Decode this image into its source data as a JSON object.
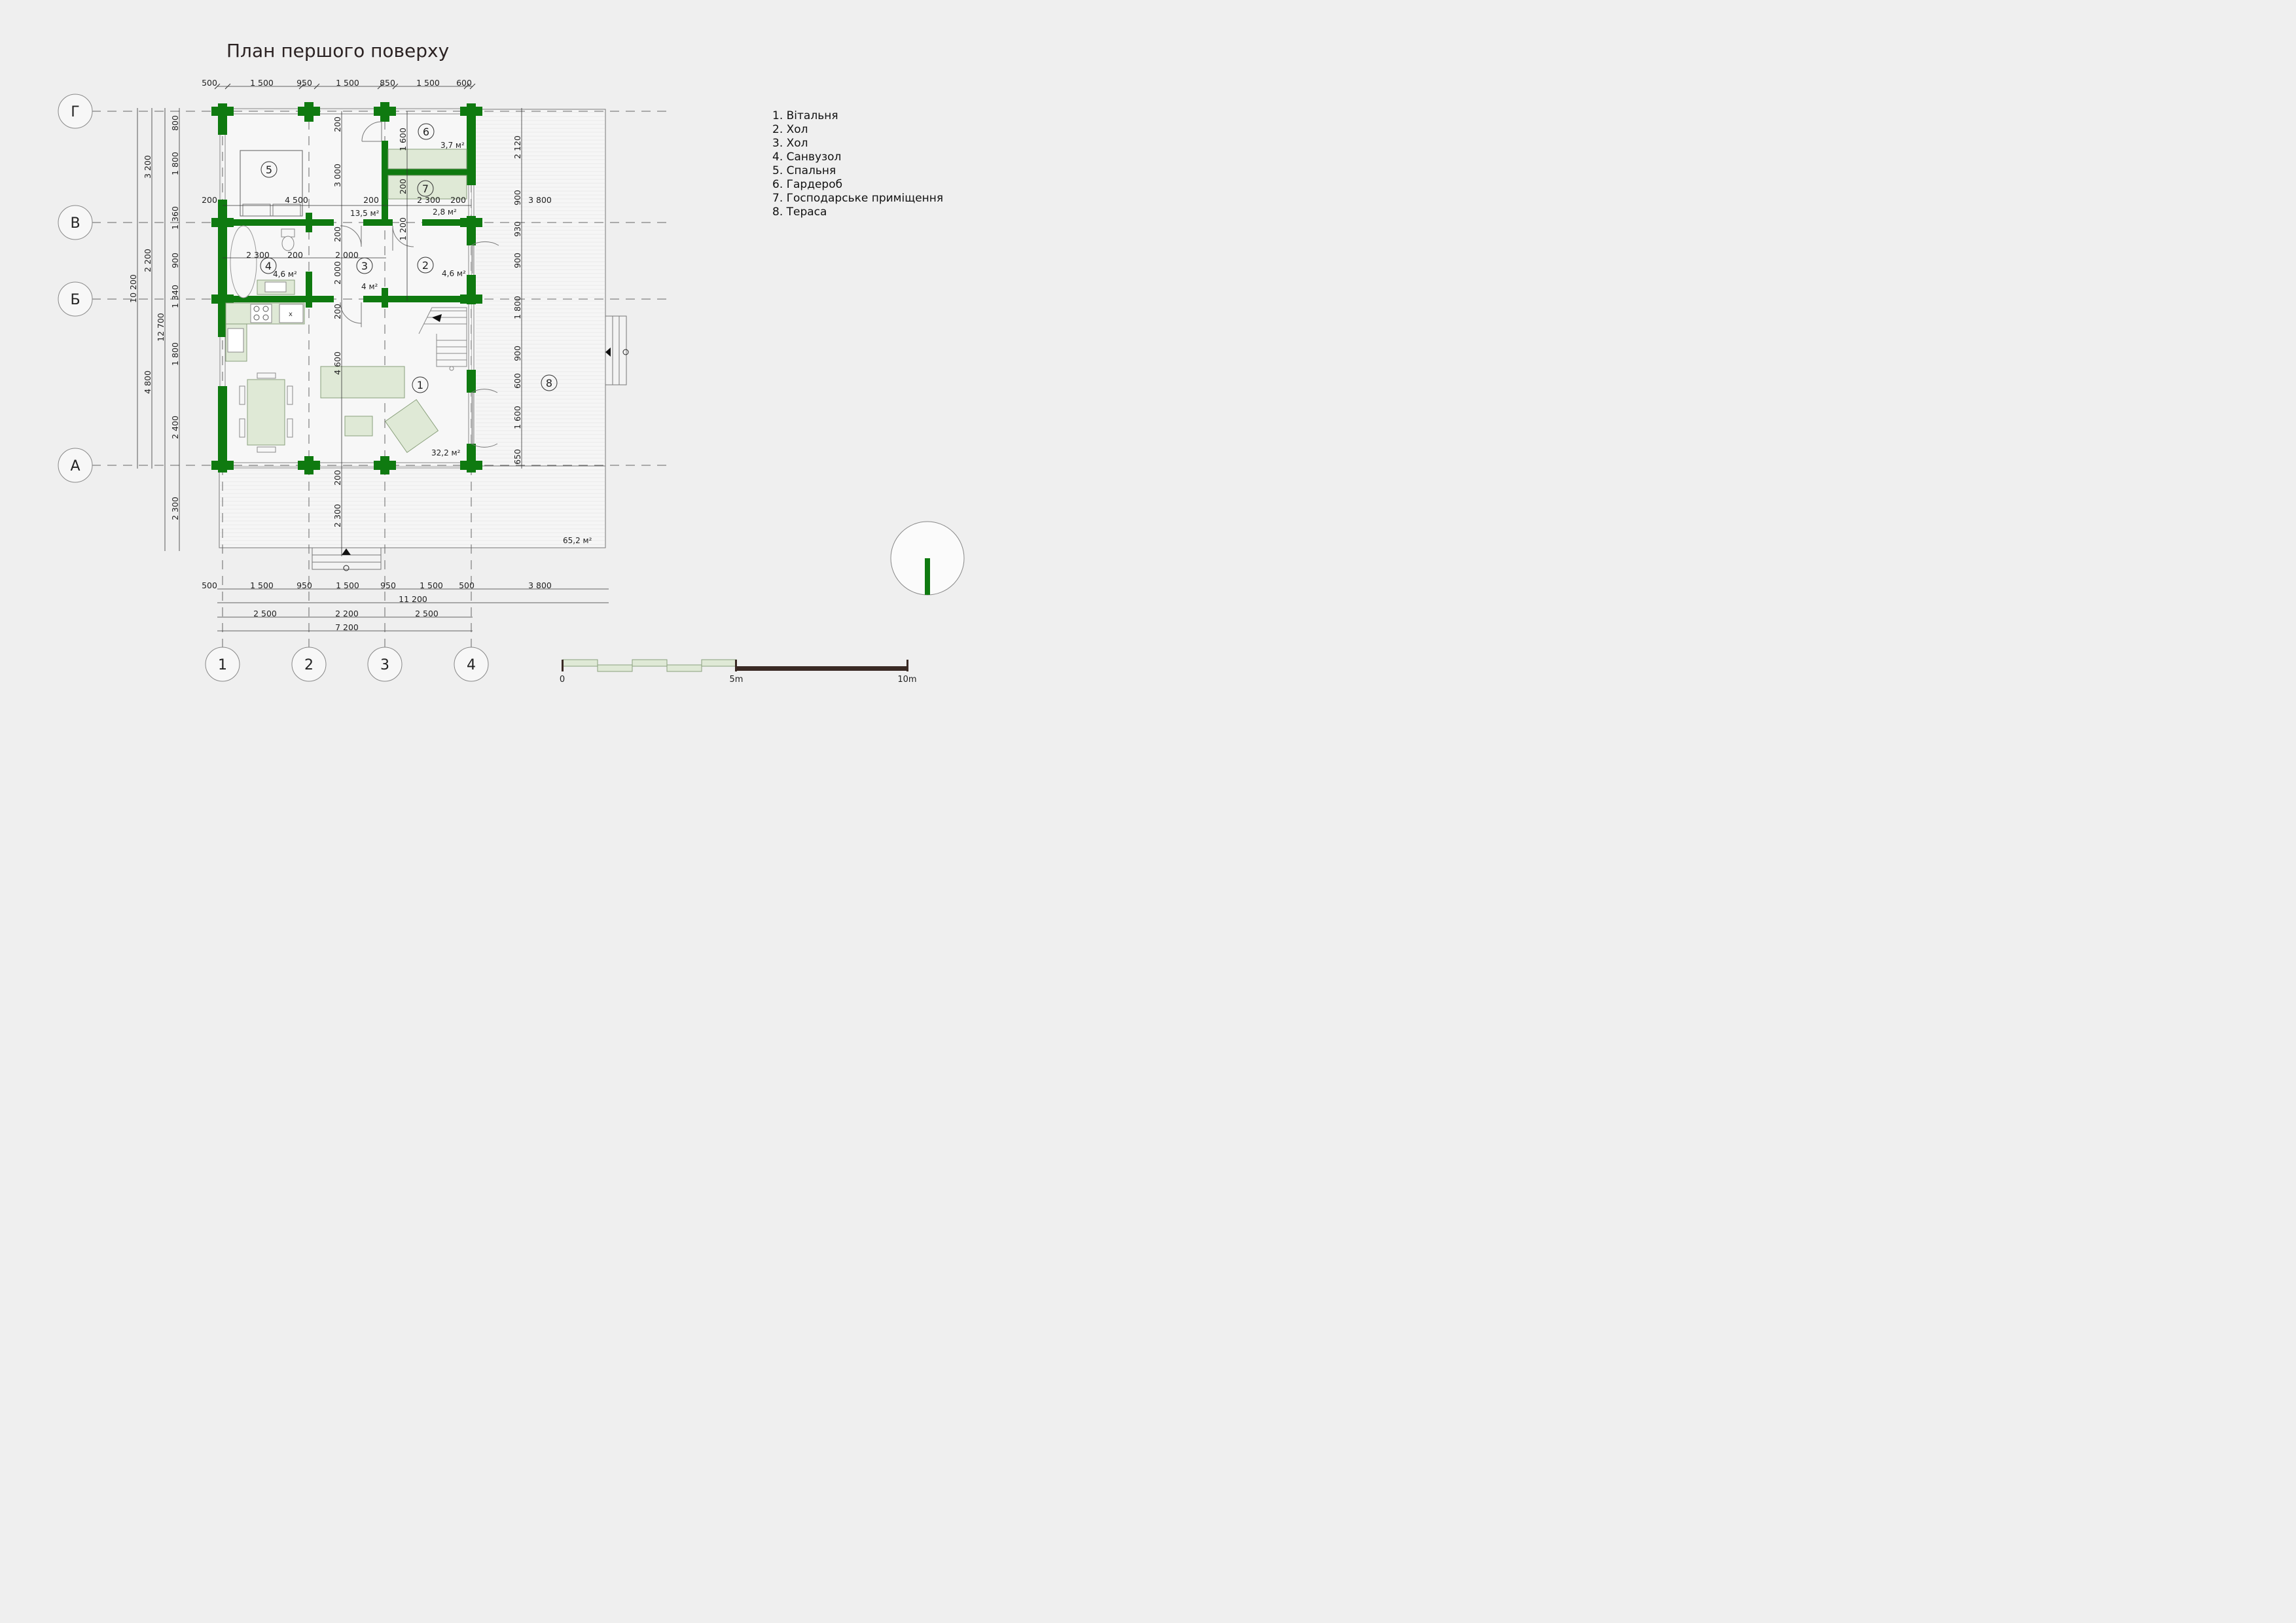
{
  "title": "План першого поверху",
  "legend": [
    "1. Вітальня",
    "2. Хол",
    "3. Хол",
    "4. Санвузол",
    "5. Спальня",
    "6. Гардероб",
    "7. Господарське приміщення",
    "8. Тераса"
  ],
  "axes_rows": [
    "Г",
    "В",
    "Б",
    "А"
  ],
  "axes_cols": [
    "1",
    "2",
    "3",
    "4"
  ],
  "rooms": [
    {
      "num": "1",
      "area": "32,2 м²"
    },
    {
      "num": "2",
      "area": "4,6 м²"
    },
    {
      "num": "3",
      "area": "4 м²"
    },
    {
      "num": "4",
      "area": "4,6 м²"
    },
    {
      "num": "5",
      "area": "13,5 м²"
    },
    {
      "num": "6",
      "area": "3,7 м²"
    },
    {
      "num": "7",
      "area": "2,8 м²"
    },
    {
      "num": "8",
      "area": "65,2 м²"
    }
  ],
  "dims_top": [
    "500",
    "1 500",
    "950",
    "1 500",
    "850",
    "1 500",
    "600"
  ],
  "dims_bottom1": [
    "500",
    "1 500",
    "950",
    "1 500",
    "950",
    "1 500",
    "500",
    "3 800"
  ],
  "dims_bottom_total1": "11 200",
  "dims_bottom2": [
    "2 500",
    "2 200",
    "2 500"
  ],
  "dims_bottom_total2": "7 200",
  "dims_left_outer": "10 200",
  "dims_left_mid": [
    "3 200",
    "2 200",
    "4 800"
  ],
  "dims_left_total": "12 700",
  "dims_left_inner": [
    "800",
    "1 800",
    "1 360",
    "900",
    "1 340",
    "1 800",
    "2 400",
    "2 300"
  ],
  "dims_interior": [
    "200",
    "3 000",
    "200",
    "4 500",
    "200",
    "2 300",
    "200",
    "1 600",
    "200",
    "200",
    "2 300",
    "200",
    "2 000",
    "200",
    "2 000",
    "200",
    "1 200",
    "4 600",
    "200",
    "2 300"
  ],
  "dims_terrace": [
    "2 120",
    "900",
    "3 800",
    "930",
    "900",
    "1 800",
    "900",
    "600",
    "1 600",
    "650"
  ],
  "scale": {
    "labels": [
      "0",
      "5m",
      "10m"
    ]
  }
}
